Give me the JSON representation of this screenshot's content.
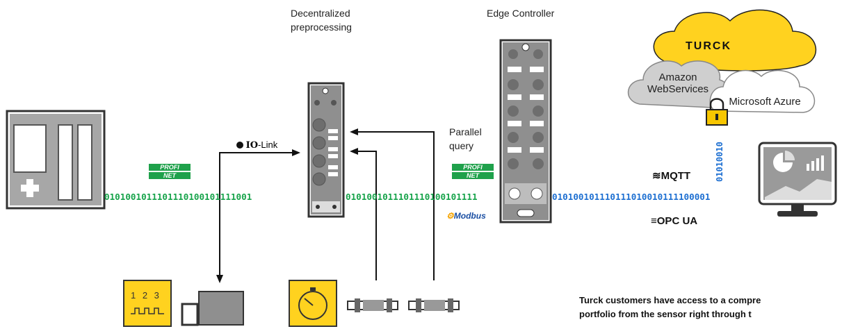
{
  "labels": {
    "decentralized_line1": "Decentralized",
    "decentralized_line2": "preprocessing",
    "edge_controller": "Edge Controller",
    "parallel_line1": "Parallel",
    "parallel_line2": "query",
    "io_link_io": "IO",
    "io_link_link": "-Link"
  },
  "binary": {
    "left": "0101001011101110100101111001",
    "middle": "0101001011101110100101111",
    "right": "010100101110111010010111100001",
    "vertical": "01010010"
  },
  "logos": {
    "profinet_top": "PROFI",
    "profinet_bottom": "NET",
    "modbus": "Modbus",
    "turck": "TURCK",
    "mqtt": "MQTT",
    "opcua": "OPC UA"
  },
  "cloud": {
    "aws_line1": "Amazon",
    "aws_line2": "WebServices",
    "azure": "Microsoft Azure"
  },
  "counter_digits": "1 2 3",
  "footer": {
    "line1": "Turck customers have access to a compre",
    "line2": "portfolio from the sensor right through t"
  },
  "colors": {
    "binary_green": "#16a34a",
    "binary_blue": "#1d6fd1",
    "profinet_green": "#1fa14b",
    "turck_yellow": "#ffd21f",
    "device_gray": "#9a9a9a",
    "lock_yellow": "#f7c600"
  }
}
